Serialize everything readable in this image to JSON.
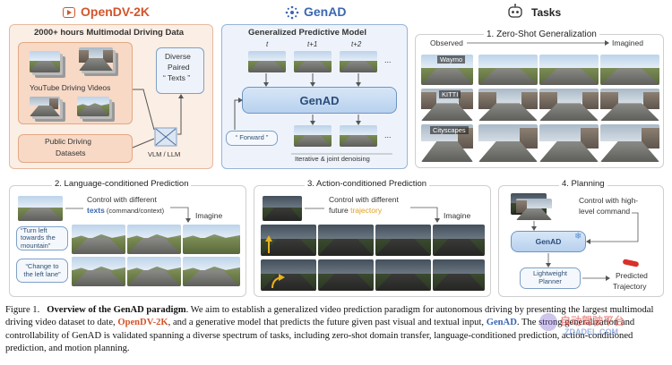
{
  "header": {
    "opendv_title": "OpenDV-2K",
    "genad_title": "GenAD",
    "tasks_title": "Tasks"
  },
  "opendv": {
    "subtitle": "2000+ hours Multimodal Driving Data",
    "youtube_label": "YouTube Driving Videos",
    "public_label_1": "Public Driving",
    "public_label_2": "Datasets",
    "diverse_1": "Diverse",
    "diverse_2": "Paired",
    "diverse_3": "“ Texts ”",
    "vlm_label": "VLM / LLM"
  },
  "genad": {
    "subtitle": "Generalized Predictive Model",
    "frame_labels": [
      "t",
      "t+1",
      "t+2"
    ],
    "ellipsis": "...",
    "model_label": "GenAD",
    "forward_label": "“ Forward ”",
    "denoise_label": "Iterative & joint denoising"
  },
  "zeroshot": {
    "title": "1. Zero-Shot Generalization",
    "observed": "Observed",
    "imagined": "Imagined",
    "datasets": [
      "Waymo",
      "KITTI",
      "Cityscapes"
    ]
  },
  "language": {
    "title": "2. Language-conditioned Prediction",
    "control_1": "Control with different",
    "control_2_a": "texts",
    "control_2_b": " (command/context)",
    "imagine": "Imagine",
    "prompt_1": "“Turn left towards the mountain”",
    "prompt_2": "“Change to the left lane”"
  },
  "action": {
    "title": "3. Action-conditioned Prediction",
    "control_1": "Control with different",
    "control_2_a": "future ",
    "control_2_b": "trajectory",
    "imagine": "Imagine"
  },
  "planning": {
    "title": "4. Planning",
    "control_1": "Control with high-",
    "control_2": "level command",
    "model_label": "GenAD",
    "planner_1": "Lightweight",
    "planner_2": "Planner",
    "predicted_1": "Predicted",
    "predicted_2": "Trajectory"
  },
  "caption": {
    "fig": "Figure 1.",
    "bold": "Overview of the GenAD paradigm",
    "t1": ". We aim to establish a generalized video prediction paradigm for autonomous driving by presenting the largest multimodal driving video dataset to date, ",
    "opendv": "OpenDV-2K",
    "t2": ", and a generative model that predicts the future given past visual and textual input, ",
    "genad": "GenAD",
    "t3": ". The strong generalization and controllability of GenAD is validated spanning a diverse spectrum of tasks, including zero-shot domain transfer, language-conditioned prediction, action-conditioned prediction, and motion planning."
  },
  "watermark": {
    "cn": "自动驾驶平台",
    "url": "ZDADEL.COM"
  },
  "colors": {
    "opendv_accent": "#d2552b",
    "genad_accent": "#3b66b0",
    "opendv_bg": "#fbeee4",
    "genad_bg": "#eef3fb"
  }
}
